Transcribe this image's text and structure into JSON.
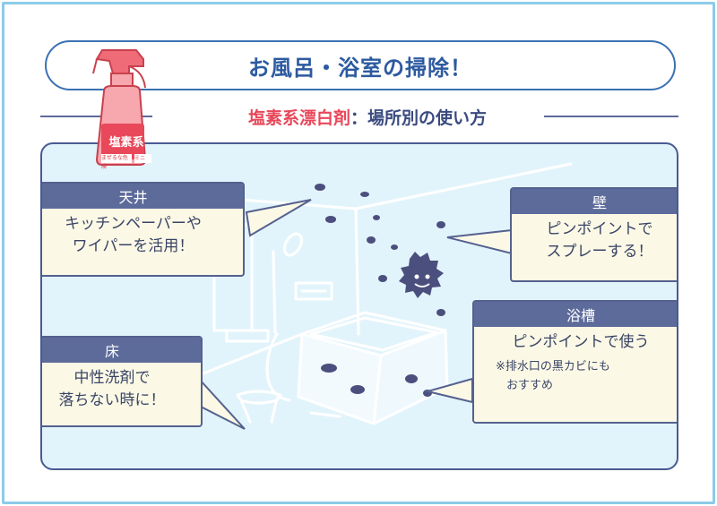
{
  "title": "お風呂・浴室の掃除！",
  "subtitle": {
    "product": "塩素系漂白剤",
    "separator": "：",
    "rest": "場所別の使い方"
  },
  "bottle": {
    "label": "塩素系",
    "warning": "まぜるな危険",
    "small": "ミニ"
  },
  "callouts": {
    "ceiling": {
      "title": "天井",
      "line1": "キッチンペーパーや",
      "line2": "ワイパーを活用！"
    },
    "wall": {
      "title": "壁",
      "line1": "ピンポイントで",
      "line2": "スプレーする！"
    },
    "floor": {
      "title": "床",
      "line1": "中性洗剤で",
      "line2": "落ちない時に！"
    },
    "bathtub": {
      "title": "浴槽",
      "line1": "ピンポイントで使う",
      "note1": "※排水口の黒カビにも",
      "note2": "おすすめ"
    }
  },
  "colors": {
    "frame": "#8ccbe8",
    "title_text": "#2c5aa0",
    "accent_red": "#e8485a",
    "callout_header": "#5d6b9a",
    "callout_body": "#fbf9e6",
    "scene_bg": "#e2f4fb",
    "mold": "#4b4f7e"
  }
}
